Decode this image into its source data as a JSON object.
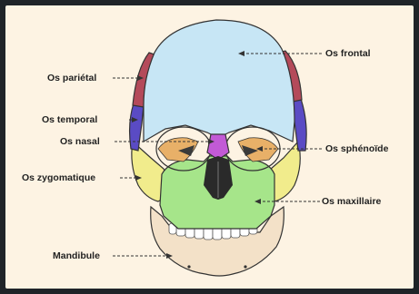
{
  "labels": {
    "frontal": "Os frontal",
    "parietal": "Os pariétal",
    "temporal": "Os temporal",
    "nasal": "Os nasal",
    "sphenoide": "Os sphénoïde",
    "zygomatique": "Os zygomatique",
    "maxillaire": "Os maxillaire",
    "mandibule": "Mandibule"
  },
  "colors": {
    "frontal": "#c7e6f5",
    "parietal": "#b44a5a",
    "temporal": "#5a4bc4",
    "nasal": "#c25ad6",
    "sphenoide": "#e8b068",
    "zygomatique": "#f1ec8c",
    "maxillaire": "#a6e58a",
    "mandibule": "#f3e1c8"
  }
}
